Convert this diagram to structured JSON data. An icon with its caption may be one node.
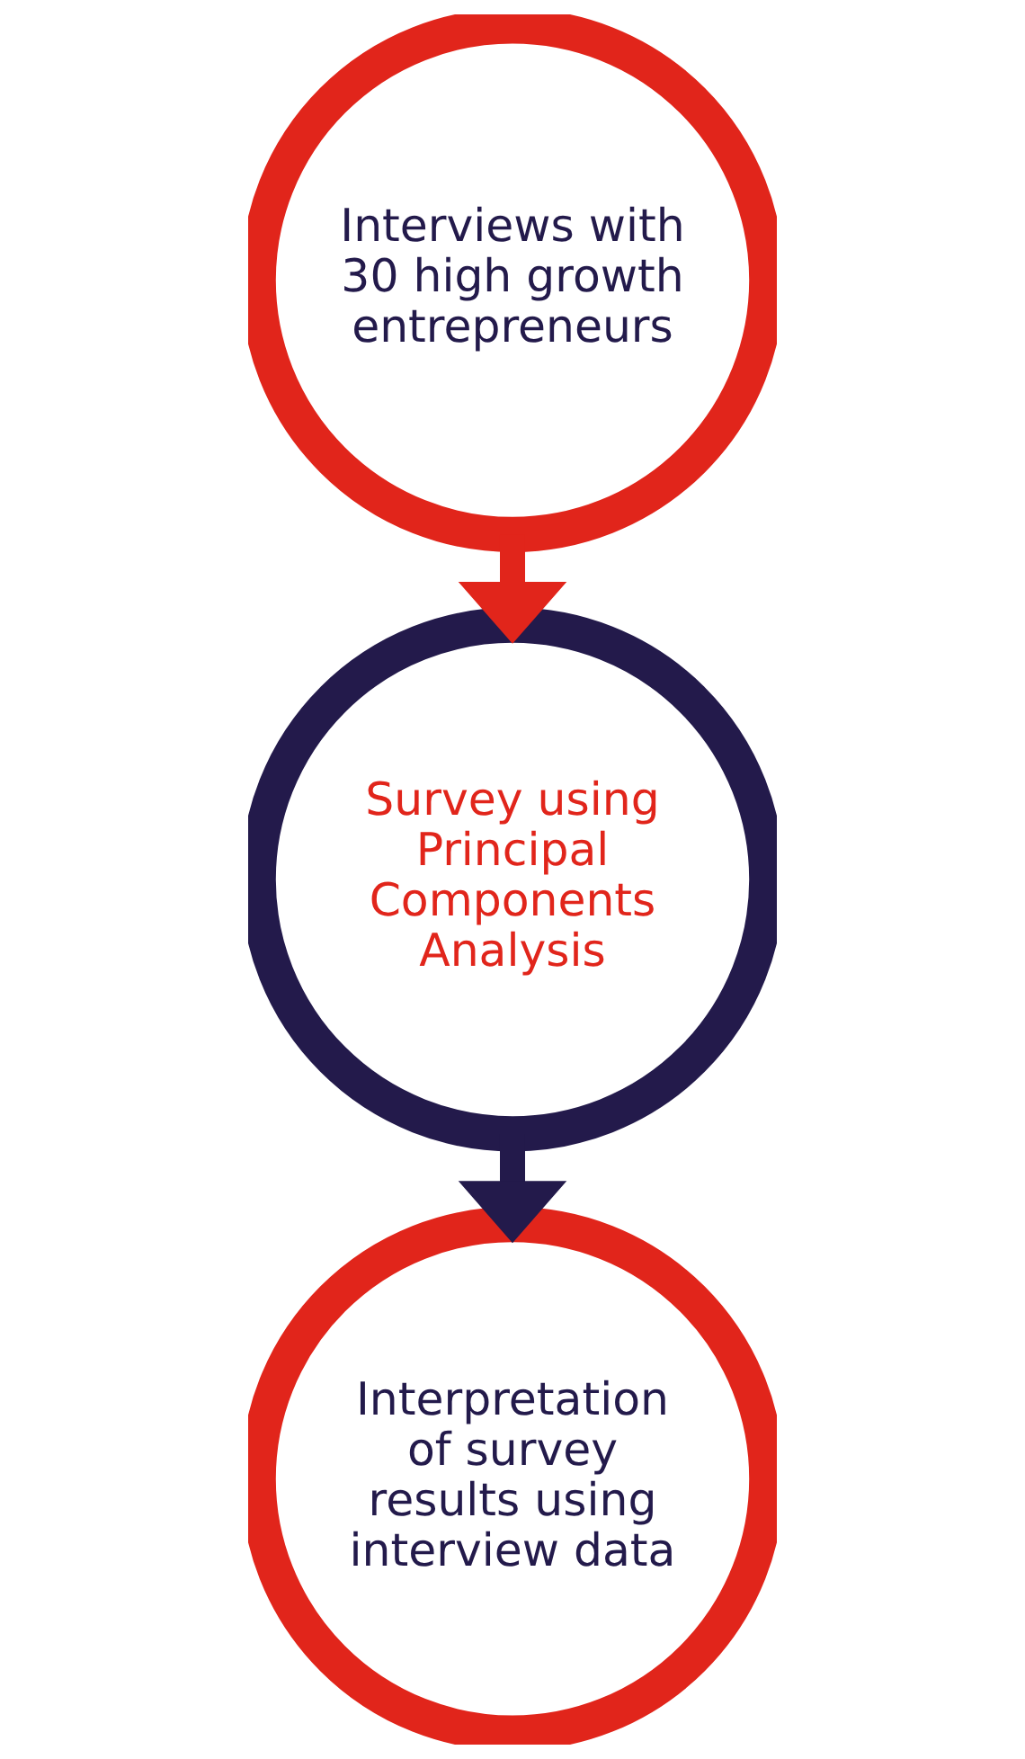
{
  "diagram": {
    "nodes": [
      {
        "text": [
          "Interviews with 30 high growth entrepreneurs"
        ]
      },
      {
        "text": [
          "Survey using Principal Components Analysis"
        ]
      },
      {
        "text": [
          "Interpretation of survey results using interview data"
        ]
      }
    ],
    "edges": [
      {
        "from": 0,
        "to": 1,
        "arrow": "to",
        "color": "#e1251b"
      },
      {
        "from": 1,
        "to": 2,
        "arrow": "to",
        "color": "#231a4b"
      }
    ]
  }
}
